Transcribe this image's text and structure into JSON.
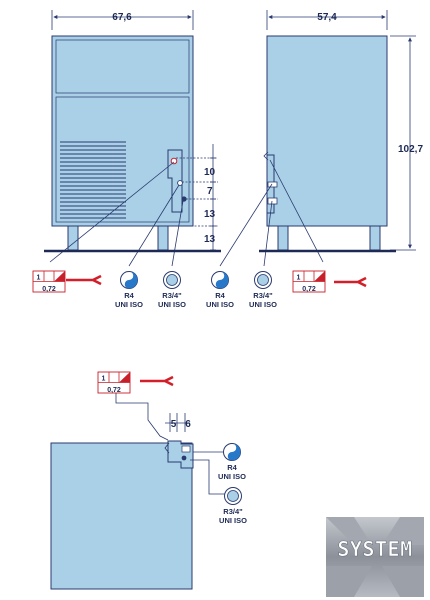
{
  "dimensions": {
    "width_front": "67,6",
    "depth_side": "57,4",
    "height": "102,7",
    "offset_1": "10",
    "offset_2": "7",
    "offset_3": "13",
    "offset_feet": "13",
    "top_offset_a": "5",
    "top_offset_b": "6"
  },
  "electrical": {
    "phase": "1",
    "power": "0,72"
  },
  "connections": {
    "drain": {
      "line1": "R4",
      "line2": "UNI ISO"
    },
    "water": {
      "line1": "R3/4\"",
      "line2": "UNI ISO"
    }
  },
  "logo": {
    "text": "SYSTEM"
  },
  "colors": {
    "body_fill": "#a9d0e6",
    "outline": "#2a3a70",
    "cable_red": "#d21f2a",
    "logo_grey": "#8a9099"
  }
}
